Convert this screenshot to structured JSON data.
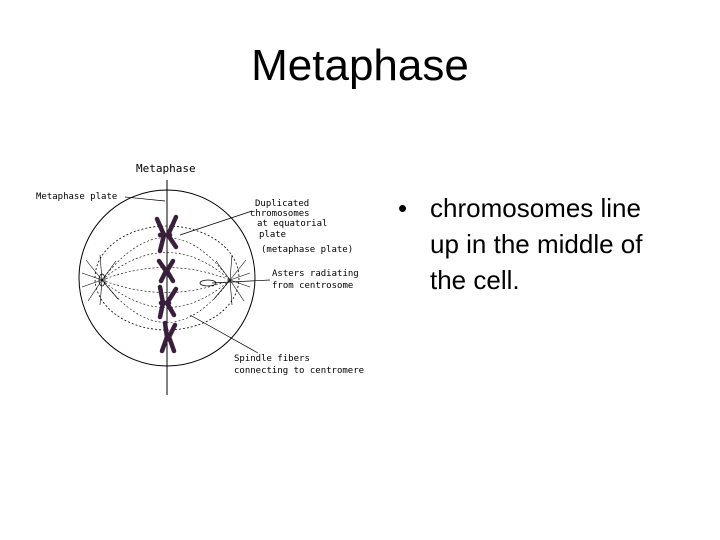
{
  "slide": {
    "title": "Metaphase"
  },
  "diagram": {
    "heading": "Metaphase",
    "labels": {
      "metaphase_plate": "Metaphase plate",
      "duplicated_1": "Duplicated",
      "duplicated_2": "chromosomes",
      "duplicated_3": "at equatorial",
      "duplicated_4": "plate",
      "metaphase_plate_paren": "(metaphase plate)",
      "asters_1": "Asters radiating",
      "asters_2": "from centrosome",
      "spindle_1": "Spindle fibers",
      "spindle_2": "connecting to centromere"
    },
    "colors": {
      "chromosome": "#3a1f3d",
      "line": "#000000"
    }
  },
  "bullets": [
    {
      "marker": "•",
      "lines": [
        "chromosomes line",
        "up in the middle of",
        "the cell."
      ]
    }
  ]
}
